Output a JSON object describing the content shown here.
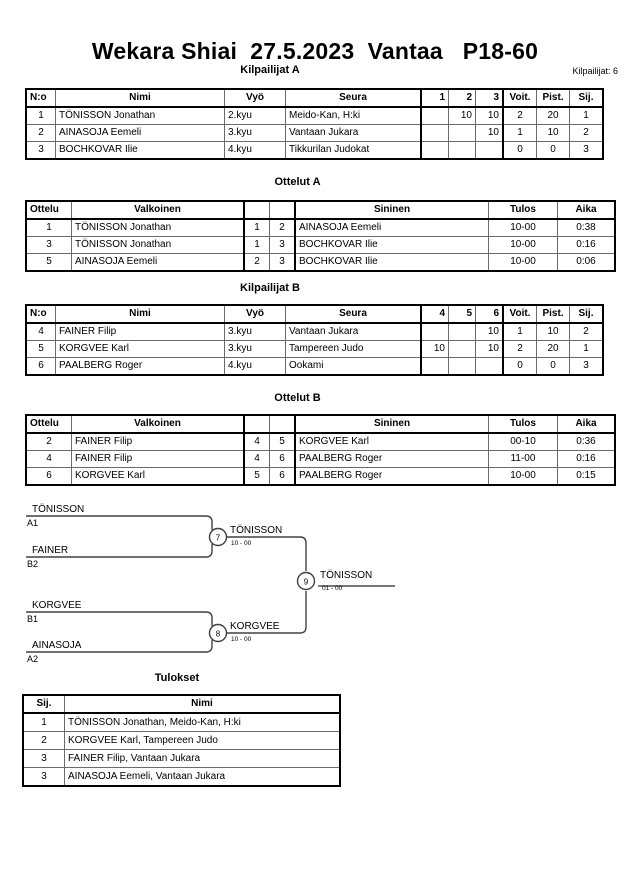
{
  "header": {
    "title": "Wekara Shiai  27.5.2023  Vantaa   P18-60",
    "competitor_count": "Kilpailijat: 6"
  },
  "pool_a": {
    "title": "Kilpailijat A",
    "columns": {
      "no": "N:o",
      "name": "Nimi",
      "belt": "Vyö",
      "club": "Seura",
      "m1": "1",
      "m2": "2",
      "m3": "3",
      "wins": "Voit.",
      "points": "Pist.",
      "rank": "Sij."
    },
    "rows": [
      {
        "no": "1",
        "name": "TÖNISSON Jonathan",
        "belt": "2.kyu",
        "club": "Meido-Kan, H:ki",
        "m1": "",
        "m2": "10",
        "m3": "10",
        "wins": "2",
        "points": "20",
        "rank": "1"
      },
      {
        "no": "2",
        "name": "AINASOJA Eemeli",
        "belt": "3.kyu",
        "club": "Vantaan Jukara",
        "m1": "",
        "m2": "",
        "m3": "10",
        "wins": "1",
        "points": "10",
        "rank": "2"
      },
      {
        "no": "3",
        "name": "BOCHKOVAR Ilie",
        "belt": "4.kyu",
        "club": "Tikkurilan Judokat",
        "m1": "",
        "m2": "",
        "m3": "",
        "wins": "0",
        "points": "0",
        "rank": "3"
      }
    ]
  },
  "matches_a": {
    "title": "Ottelut A",
    "columns": {
      "no": "Ottelu",
      "white": "Valkoinen",
      "n1": "",
      "n2": "",
      "blue": "Sininen",
      "result": "Tulos",
      "time": "Aika"
    },
    "rows": [
      {
        "no": "1",
        "white": "TÖNISSON Jonathan",
        "n1": "1",
        "n2": "2",
        "blue": "AINASOJA Eemeli",
        "result": "10-00",
        "time": "0:38"
      },
      {
        "no": "3",
        "white": "TÖNISSON Jonathan",
        "n1": "1",
        "n2": "3",
        "blue": "BOCHKOVAR Ilie",
        "result": "10-00",
        "time": "0:16"
      },
      {
        "no": "5",
        "white": "AINASOJA Eemeli",
        "n1": "2",
        "n2": "3",
        "blue": "BOCHKOVAR Ilie",
        "result": "10-00",
        "time": "0:06"
      }
    ]
  },
  "pool_b": {
    "title": "Kilpailijat B",
    "columns": {
      "no": "N:o",
      "name": "Nimi",
      "belt": "Vyö",
      "club": "Seura",
      "m1": "4",
      "m2": "5",
      "m3": "6",
      "wins": "Voit.",
      "points": "Pist.",
      "rank": "Sij."
    },
    "rows": [
      {
        "no": "4",
        "name": "FAINER Filip",
        "belt": "3.kyu",
        "club": "Vantaan Jukara",
        "m1": "",
        "m2": "",
        "m3": "10",
        "wins": "1",
        "points": "10",
        "rank": "2"
      },
      {
        "no": "5",
        "name": "KORGVEE Karl",
        "belt": "3.kyu",
        "club": "Tampereen Judo",
        "m1": "10",
        "m2": "",
        "m3": "10",
        "wins": "2",
        "points": "20",
        "rank": "1"
      },
      {
        "no": "6",
        "name": "PAALBERG Roger",
        "belt": "4.kyu",
        "club": "Ookami",
        "m1": "",
        "m2": "",
        "m3": "",
        "wins": "0",
        "points": "0",
        "rank": "3"
      }
    ]
  },
  "matches_b": {
    "title": "Ottelut B",
    "columns": {
      "no": "Ottelu",
      "white": "Valkoinen",
      "n1": "",
      "n2": "",
      "blue": "Sininen",
      "result": "Tulos",
      "time": "Aika"
    },
    "rows": [
      {
        "no": "2",
        "white": "FAINER Filip",
        "n1": "4",
        "n2": "5",
        "blue": "KORGVEE Karl",
        "result": "00-10",
        "time": "0:36"
      },
      {
        "no": "4",
        "white": "FAINER Filip",
        "n1": "4",
        "n2": "6",
        "blue": "PAALBERG Roger",
        "result": "11-00",
        "time": "0:16"
      },
      {
        "no": "6",
        "white": "KORGVEE Karl",
        "n1": "5",
        "n2": "6",
        "blue": "PAALBERG Roger",
        "result": "10-00",
        "time": "0:15"
      }
    ]
  },
  "bracket": {
    "entrants": [
      {
        "name": "TÖNISSON",
        "seed": "A1"
      },
      {
        "name": "FAINER",
        "seed": "B2"
      },
      {
        "name": "KORGVEE",
        "seed": "B1"
      },
      {
        "name": "AINASOJA",
        "seed": "A2"
      }
    ],
    "matches": [
      {
        "number": "7",
        "winner": "TÖNISSON",
        "score": "10 - 00"
      },
      {
        "number": "8",
        "winner": "KORGVEE",
        "score": "10 - 00"
      },
      {
        "number": "9",
        "winner": "TÖNISSON",
        "score": "01 - 00"
      }
    ]
  },
  "results": {
    "title": "Tulokset",
    "columns": {
      "rank": "Sij.",
      "name": "Nimi"
    },
    "rows": [
      {
        "rank": "1",
        "name": "TÖNISSON Jonathan, Meido-Kan, H:ki"
      },
      {
        "rank": "2",
        "name": "KORGVEE Karl, Tampereen Judo"
      },
      {
        "rank": "3",
        "name": "FAINER Filip, Vantaan Jukara"
      },
      {
        "rank": "3",
        "name": "AINASOJA Eemeli, Vantaan Jukara"
      }
    ]
  }
}
